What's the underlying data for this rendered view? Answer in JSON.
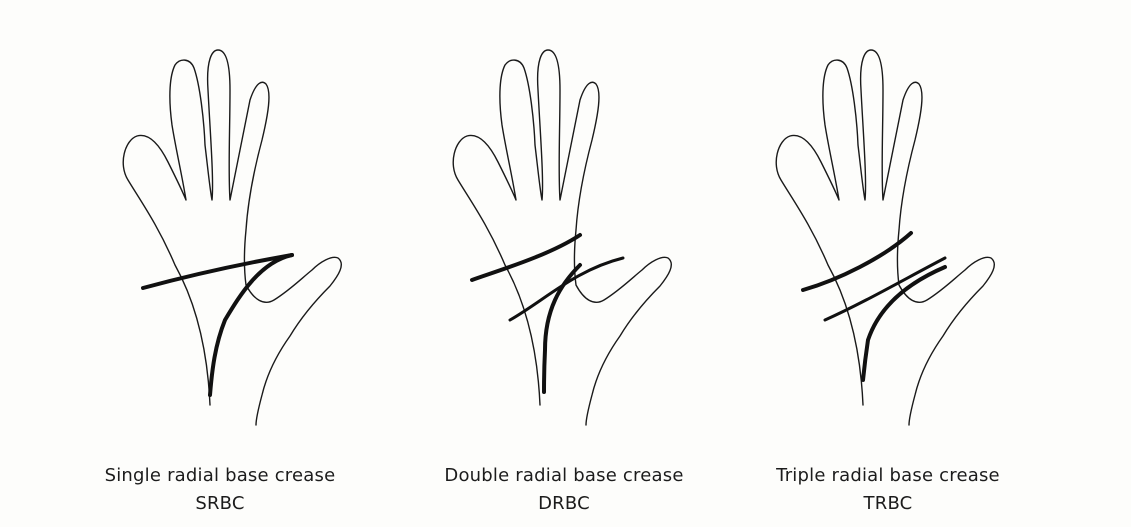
{
  "panels": [
    {
      "title": "Single radial base crease",
      "abbr": "SRBC"
    },
    {
      "title": "Double radial base crease",
      "abbr": "DRBC"
    },
    {
      "title": "Triple radial base crease",
      "abbr": "TRBC"
    }
  ],
  "colors": {
    "outline": "#1a1a1a",
    "crease": "#111111",
    "background": "#fdfdfb"
  }
}
